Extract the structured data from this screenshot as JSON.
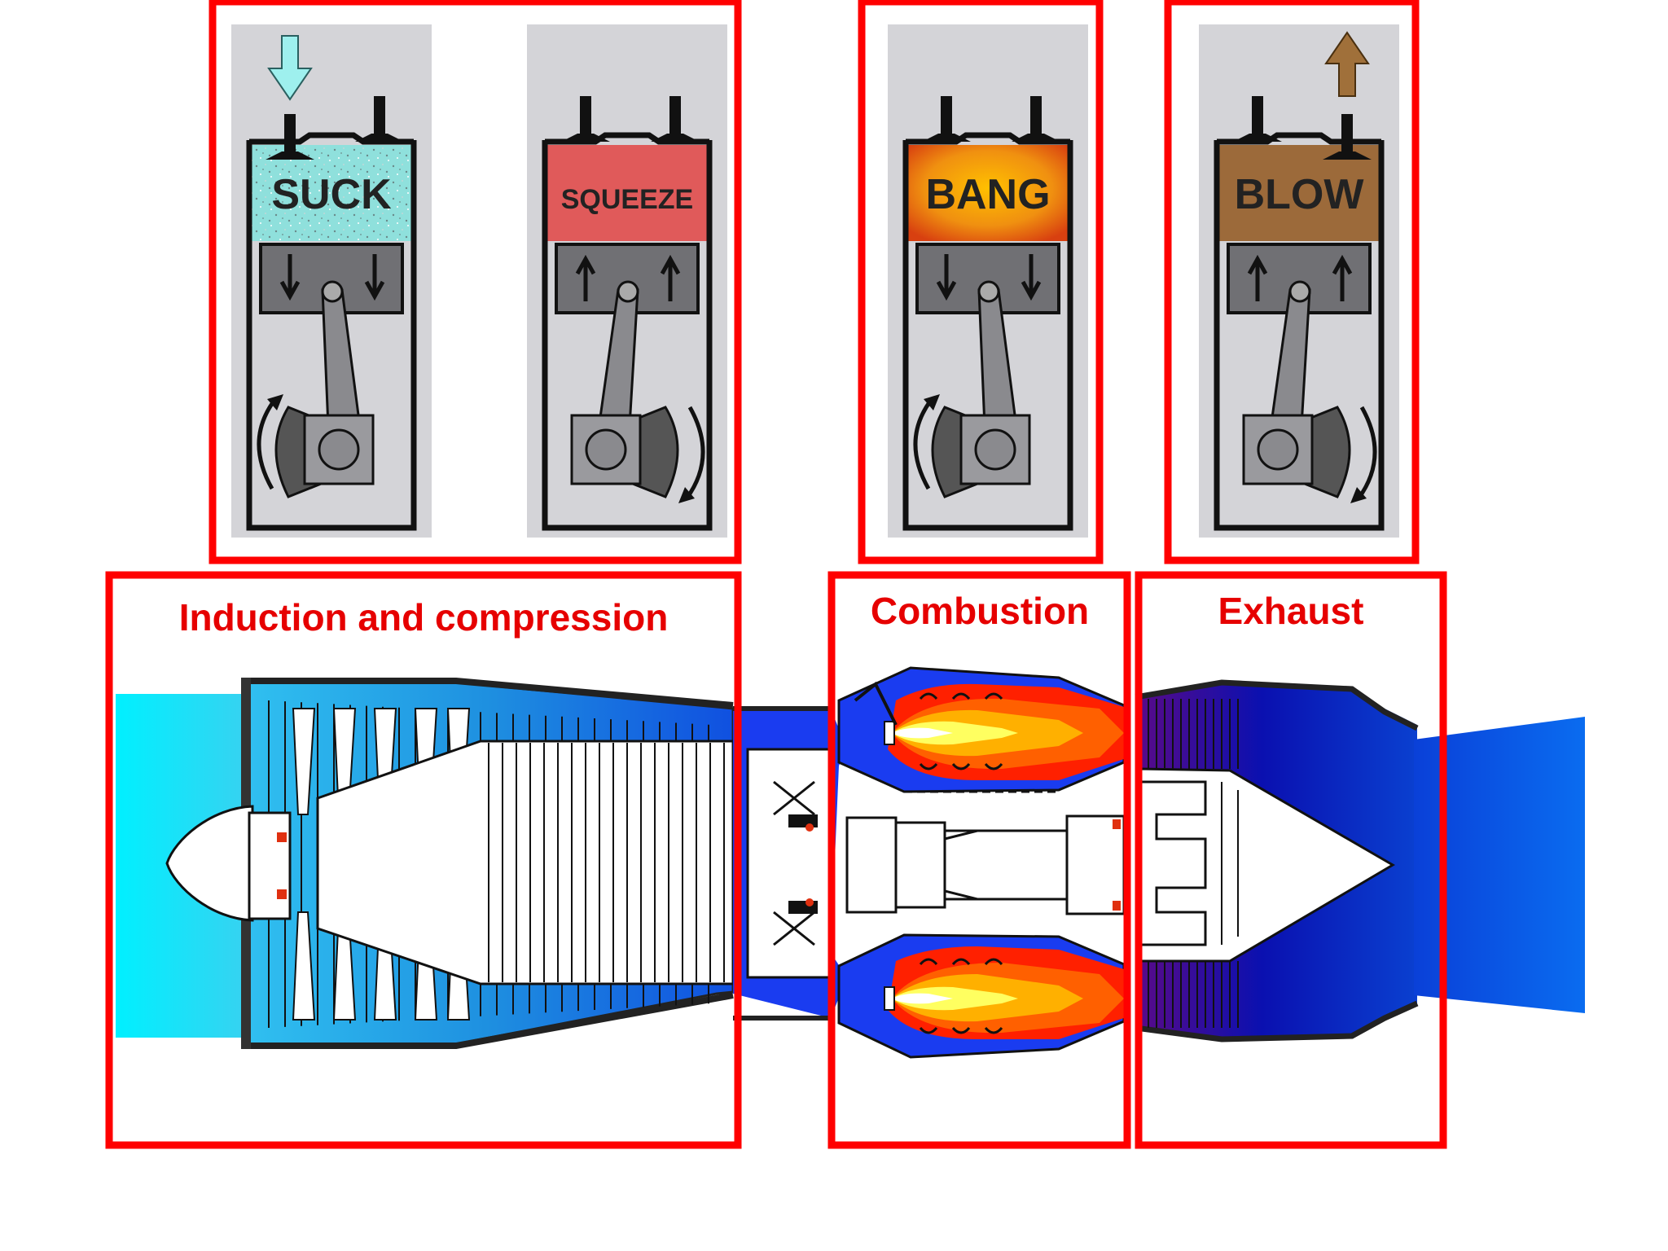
{
  "strokes": [
    {
      "id": "suck",
      "label": "SUCK",
      "piston_direction": "down",
      "gas_color": "#8fe0dc",
      "speckled": true,
      "valve_arrow": "in",
      "valve_arrow_color": "#9ef0ee",
      "crank_side": "left",
      "rotation_arrow": "up"
    },
    {
      "id": "squeeze",
      "label": "SQUEEZE",
      "piston_direction": "up",
      "gas_color": "#e05a5a",
      "speckled": false,
      "valve_arrow": "none",
      "crank_side": "right",
      "rotation_arrow": "down"
    },
    {
      "id": "bang",
      "label": "BANG",
      "piston_direction": "down",
      "gas_color": "#f08a1e",
      "speckled": false,
      "valve_arrow": "none",
      "crank_side": "left",
      "rotation_arrow": "up"
    },
    {
      "id": "blow",
      "label": "BLOW",
      "piston_direction": "up",
      "gas_color": "#9c6a3a",
      "speckled": false,
      "valve_arrow": "out",
      "valve_arrow_color": "#a0703a",
      "crank_side": "right",
      "rotation_arrow": "down"
    }
  ],
  "sections": {
    "induction": {
      "label": "Induction and compression"
    },
    "combustion": {
      "label": "Combustion"
    },
    "exhaust": {
      "label": "Exhaust"
    }
  },
  "colors": {
    "frame": "#ff0000",
    "label": "#e60000",
    "cylinder_bg": "#d4d4d8",
    "intake_air": "#00e5f5",
    "compressor_air": "#1e8fe0",
    "burner_blue": "#1a3cf0",
    "exhaust_purple": "#3a0a9a",
    "exhaust_blue": "#0a4ed8",
    "flame_core": "#ffffc0",
    "flame_mid": "#ffb000",
    "flame_outer": "#ff2000"
  }
}
